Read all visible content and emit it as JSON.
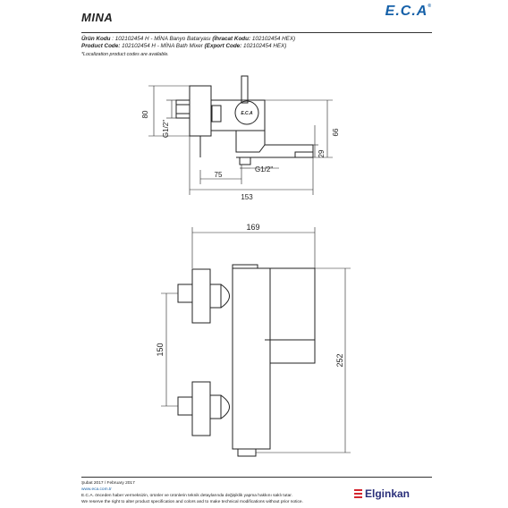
{
  "header": {
    "title": "MINA",
    "logo": "E.C.A",
    "logo_reg": "®"
  },
  "info": {
    "tr_label": "Ürün Kodu",
    "tr_value": ": 102102454 H - MİNA Banyo Bataryası",
    "tr_export_label": "(İhracat Kodu:",
    "tr_export_value": "102102454 HEX)",
    "en_label": "Product Code:",
    "en_value": "102102454 H - MİNA Bath Mixer",
    "en_export_label": "(Export Code:",
    "en_export_value": "102102454 HEX)",
    "note": "*Localization product codes are available."
  },
  "drawing": {
    "dims_top": {
      "d80": "80",
      "g12_vertical": "G1/2\"",
      "d66": "66",
      "d29": "29",
      "d75": "75",
      "g12_horizontal": "G1/2\"",
      "d153": "153",
      "badge": "E.C.A"
    },
    "dims_front": {
      "d169": "169",
      "d150": "150",
      "d252": "252"
    }
  },
  "footer": {
    "date": "Şubat 2017 / February 2017",
    "url": "www.eca.com.tr",
    "disclaimer_tr": "E.C.A. önceden haber vermeksizin, ürünler ve ürünlerin teknik detaylarında değişiklik yapma hakkını saklı tutar.",
    "disclaimer_en": "We reserve the right to alter product specification and colors and to make technical modifications without prior notice.",
    "brand": "Elginkan"
  }
}
